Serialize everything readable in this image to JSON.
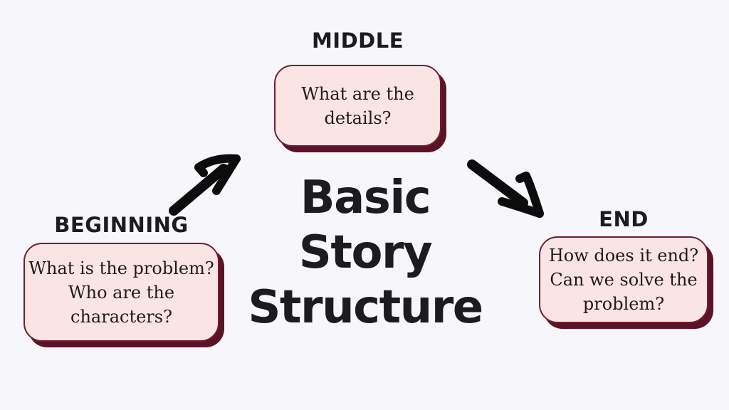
{
  "title": {
    "lines": [
      "Basic",
      "Story",
      "Structure"
    ]
  },
  "nodes": [
    {
      "id": "beginning",
      "label": "BEGINNING",
      "lines": [
        "What is the problem?",
        "Who are the",
        "characters?"
      ]
    },
    {
      "id": "middle",
      "label": "MIDDLE",
      "lines": [
        "What are the",
        "details?"
      ]
    },
    {
      "id": "end",
      "label": "END",
      "lines": [
        "How does it end?",
        "Can we solve the",
        "problem?"
      ]
    }
  ],
  "colors": {
    "background": "#f7f6fb",
    "box_fill": "#fbe5e4",
    "box_border": "#6e1f33",
    "box_shadow": "#5c1328",
    "text": "#1c1b1e",
    "arrow": "#0d0d0d"
  }
}
